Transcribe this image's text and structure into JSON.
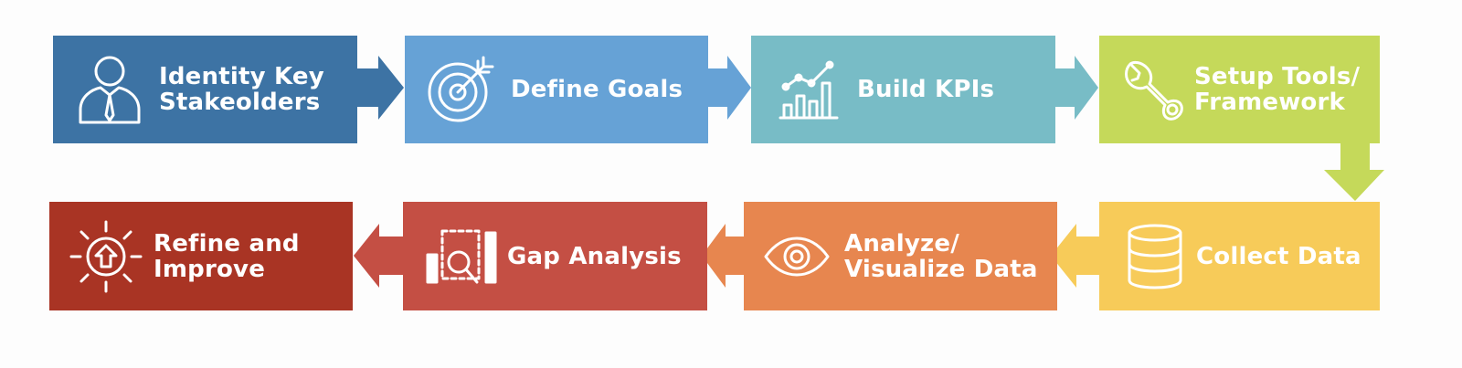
{
  "colors": {
    "step1": "#3d73a4",
    "step2": "#66a2d6",
    "step3": "#78bcc6",
    "step4": "#c5d95a",
    "step5": "#f7cb59",
    "step6": "#e7864f",
    "step7": "#c44f44",
    "step8": "#a93424"
  },
  "steps": [
    {
      "label": "Identity Key\nStakeolders",
      "icon": "person-tie-icon"
    },
    {
      "label": "Define Goals",
      "icon": "target-icon"
    },
    {
      "label": "Build KPIs",
      "icon": "bar-chart-icon"
    },
    {
      "label": "Setup Tools/\nFramework",
      "icon": "wrench-icon"
    },
    {
      "label": "Collect Data",
      "icon": "database-icon"
    },
    {
      "label": "Analyze/\nVisualize Data",
      "icon": "eye-icon"
    },
    {
      "label": "Gap Analysis",
      "icon": "magnifier-chart-icon"
    },
    {
      "label": "Refine and\nImprove",
      "icon": "lightbulb-arrow-icon"
    }
  ]
}
